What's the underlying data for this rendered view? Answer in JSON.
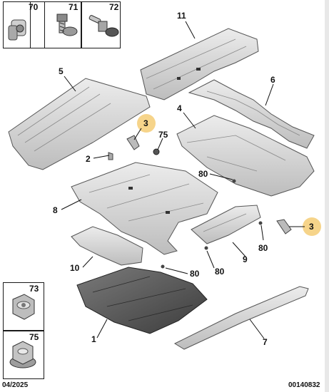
{
  "fasteners_top": [
    {
      "number": "70"
    },
    {
      "number": "71"
    },
    {
      "number": "72"
    }
  ],
  "fasteners_left": [
    {
      "number": "73"
    },
    {
      "number": "75"
    }
  ],
  "callouts": {
    "c11": "11",
    "c5": "5",
    "c6": "6",
    "c4": "4",
    "c3a": "3",
    "c75": "75",
    "c2": "2",
    "c80a": "80",
    "c8": "8",
    "c3b": "3",
    "c80b": "80",
    "c10": "10",
    "c9": "9",
    "c80c": "80",
    "c80d": "80",
    "c1": "1",
    "c7": "7"
  },
  "colors": {
    "highlight": "#f6d48a",
    "part_fill": "#d9d9d9",
    "part_stroke": "#555555",
    "dark_part": "#5a5a5a"
  },
  "footer": {
    "date": "04/2025",
    "reference": "00140832"
  }
}
